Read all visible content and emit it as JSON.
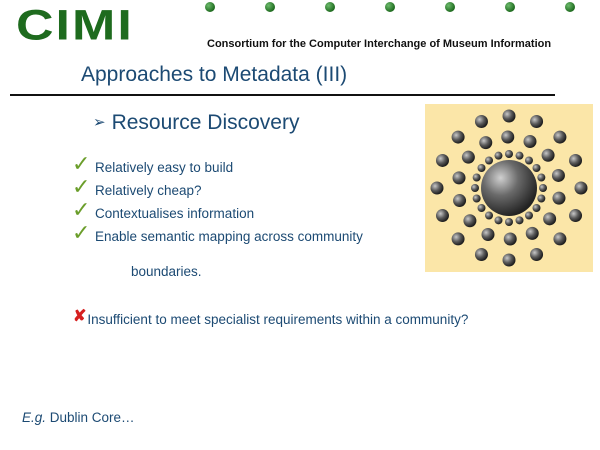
{
  "header": {
    "logo_text": "CIMI",
    "consortium": "Consortium for the Computer Interchange of Museum Information",
    "logo_color": "#1e6b1e"
  },
  "slide": {
    "title": "Approaches to Metadata (III)",
    "subheading": "Resource Discovery",
    "subheading_icon": "arrow-bullet-icon",
    "pros": [
      "Relatively easy to build",
      "Relatively cheap?",
      "Contextualises information",
      "Enable semantic mapping across community"
    ],
    "pros_continuation": "boundaries.",
    "pro_icon": "check-icon",
    "con": "Insufficient to meet specialist requirements within a community?",
    "con_icon": "cross-icon",
    "example_prefix": "E.g.",
    "example_text": " Dublin Core…",
    "text_color": "#1c4a73",
    "check_color": "#6b9e2b",
    "cross_color": "#d62020",
    "graphic_bg": "#fbe6a8"
  }
}
